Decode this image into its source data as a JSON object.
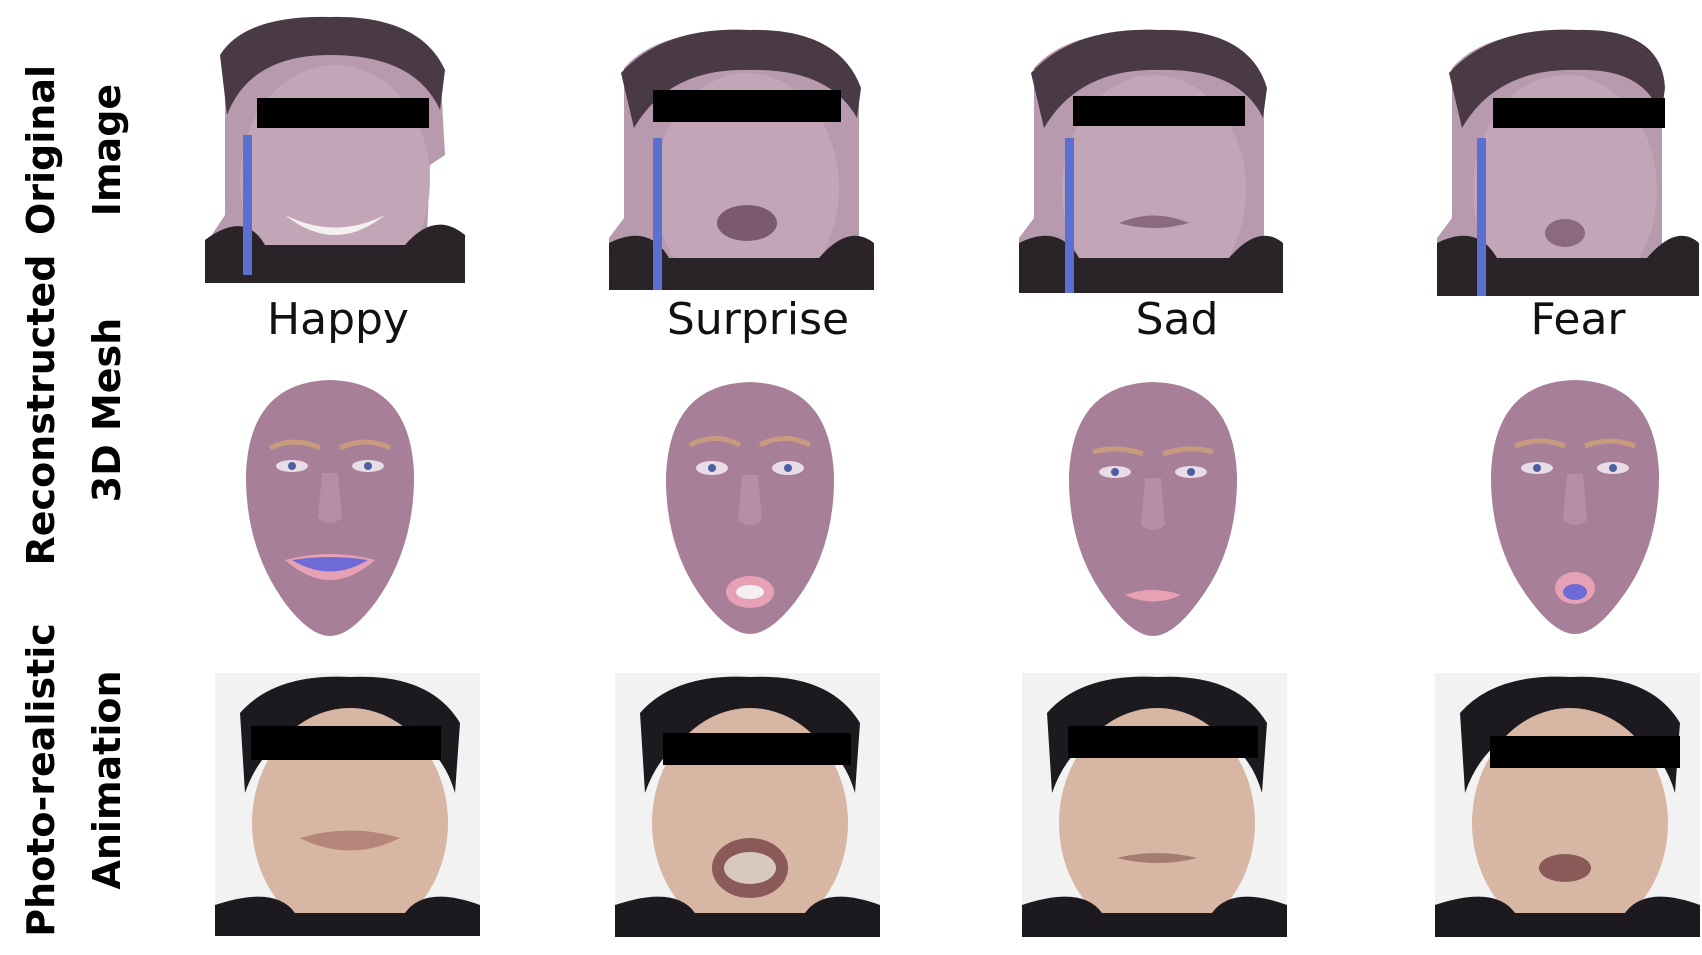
{
  "row_labels": {
    "original": {
      "line1": "Original",
      "line2": "Image"
    },
    "mesh": {
      "line1": "Reconstructed",
      "line2": "3D Mesh"
    },
    "photo": {
      "line1": "Photo-realistic",
      "line2": "Animation"
    }
  },
  "emotions": [
    "Happy",
    "Surprise",
    "Sad",
    "Fear"
  ],
  "colors": {
    "skin_video": "#b79aae",
    "skin_mesh": "#a87f98",
    "mouth_mesh": "#6e6bd6",
    "skin_photo": "#d7b6a4",
    "hair": "#1d1a1f",
    "censor_bar": "#000000"
  }
}
